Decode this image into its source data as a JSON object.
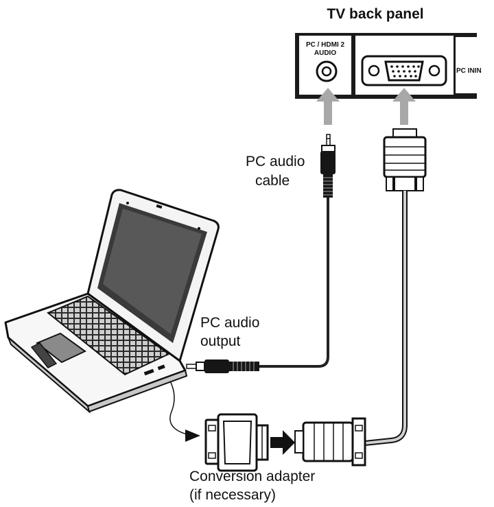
{
  "tv_panel": {
    "title": "TV back panel",
    "audio_port_label_line1": "PC / HDMI 2",
    "audio_port_label_line2": "AUDIO",
    "vga_port_label": "PC ININ"
  },
  "labels": {
    "pc_audio_cable_line1": "PC audio",
    "pc_audio_cable_line2": "cable",
    "pc_audio_output_line1": "PC audio",
    "pc_audio_output_line2": "output",
    "adapter_line1": "Conversion adapter",
    "adapter_line2": "(if necessary)"
  }
}
